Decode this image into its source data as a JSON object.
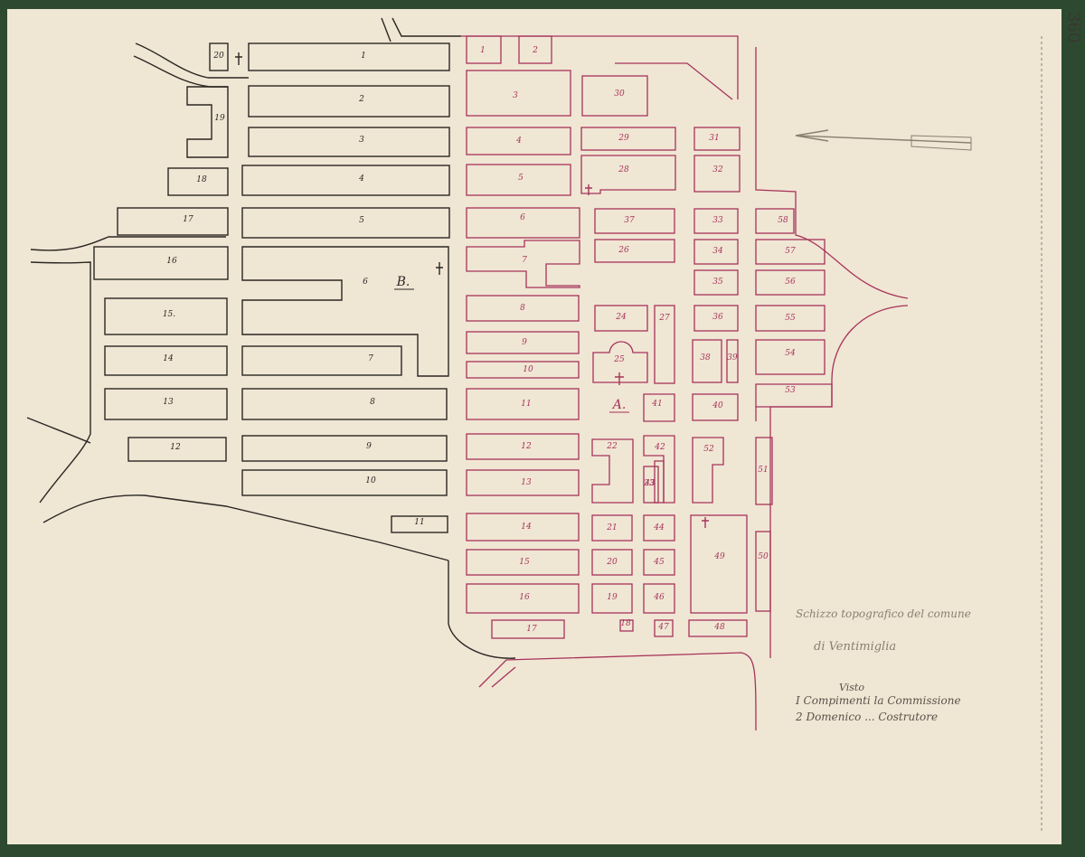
{
  "sheet": {
    "number": "360",
    "colors": {
      "paper": "#f0e6d4",
      "border_green": "#2d4a30",
      "black_ink": "#2a2622",
      "red_ink": "#a6335a",
      "faint_ink": "#8a8070"
    }
  },
  "title": {
    "line1": "Schizzo topografico del comune",
    "line2": "di Ventimiglia",
    "visto": "Visto"
  },
  "signatures": {
    "line1": "I Compimenti la Commissione",
    "line2": "2 Domenico ... Costrutore"
  },
  "sections": {
    "a": "A.",
    "b": "B."
  },
  "lots": {
    "black": [
      "20",
      "1",
      "2",
      "3",
      "4",
      "5",
      "6",
      "7",
      "8",
      "9",
      "10",
      "11",
      "19",
      "18",
      "17",
      "16",
      "15.",
      "14",
      "13",
      "12"
    ],
    "red": [
      "1",
      "2",
      "3",
      "4",
      "5",
      "6",
      "7",
      "8",
      "9",
      "10",
      "11",
      "12",
      "13",
      "14",
      "15",
      "16",
      "17",
      "18",
      "19",
      "20",
      "21",
      "22",
      "23",
      "24",
      "25",
      "26",
      "27",
      "28",
      "29",
      "30",
      "31",
      "32",
      "33",
      "34",
      "35",
      "36",
      "37",
      "38",
      "39",
      "40",
      "41",
      "42",
      "43",
      "44",
      "45",
      "46",
      "47",
      "48",
      "49",
      "50",
      "51",
      "52",
      "53",
      "54",
      "55",
      "56",
      "57",
      "58"
    ]
  }
}
